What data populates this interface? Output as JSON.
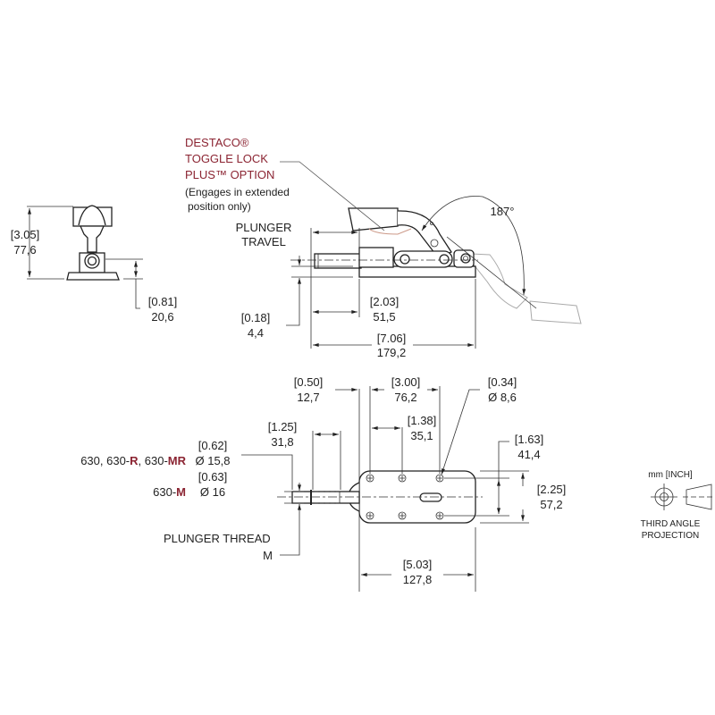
{
  "callout": {
    "line1": "DESTACO®",
    "line2": "TOGGLE LOCK",
    "line3": "PLUS™ OPTION",
    "note1": "(Engages in extended",
    "note2": "position only)"
  },
  "plunger_travel": {
    "line1": "PLUNGER",
    "line2": "TRAVEL"
  },
  "angle": "187°",
  "dims": {
    "height_total": {
      "inch": "[3.05]",
      "mm": "77,6"
    },
    "center_height": {
      "inch": "[0.81]",
      "mm": "20,6"
    },
    "base_thickness": {
      "inch": "[0.18]",
      "mm": "4,4"
    },
    "travel": {
      "inch": "[2.03]",
      "mm": "51,5"
    },
    "overall_length": {
      "inch": "[7.06]",
      "mm": "179,2"
    },
    "edge_to_hole": {
      "inch": "[0.50]",
      "mm": "12,7"
    },
    "hole_spacing": {
      "inch": "[3.00]",
      "mm": "76,2"
    },
    "hole_dia": {
      "inch": "[0.34]",
      "mm": "Ø 8,6"
    },
    "hole_mid": {
      "inch": "[1.38]",
      "mm": "35,1"
    },
    "thread_len": {
      "inch": "[1.25]",
      "mm": "31,8"
    },
    "hole_width": {
      "inch": "[1.63]",
      "mm": "41,4"
    },
    "base_width": {
      "inch": "[2.25]",
      "mm": "57,2"
    },
    "base_length": {
      "inch": "[5.03]",
      "mm": "127,8"
    },
    "plunger_dia_a": {
      "inch": "[0.62]",
      "mm": "Ø 15,8"
    },
    "plunger_dia_b": {
      "inch": "[0.63]",
      "mm": "Ø 16"
    }
  },
  "models": {
    "a_prefix": "630, 630-",
    "a_r": "R",
    "a_sep": ", 630-",
    "a_mr": "MR",
    "b_prefix": "630-",
    "b_m": "M"
  },
  "plunger_thread": {
    "label": "PLUNGER THREAD",
    "value": "M"
  },
  "projection": {
    "units": "mm [INCH]",
    "line1": "THIRD ANGLE",
    "line2": "PROJECTION"
  },
  "colors": {
    "accent": "#8b2432"
  }
}
